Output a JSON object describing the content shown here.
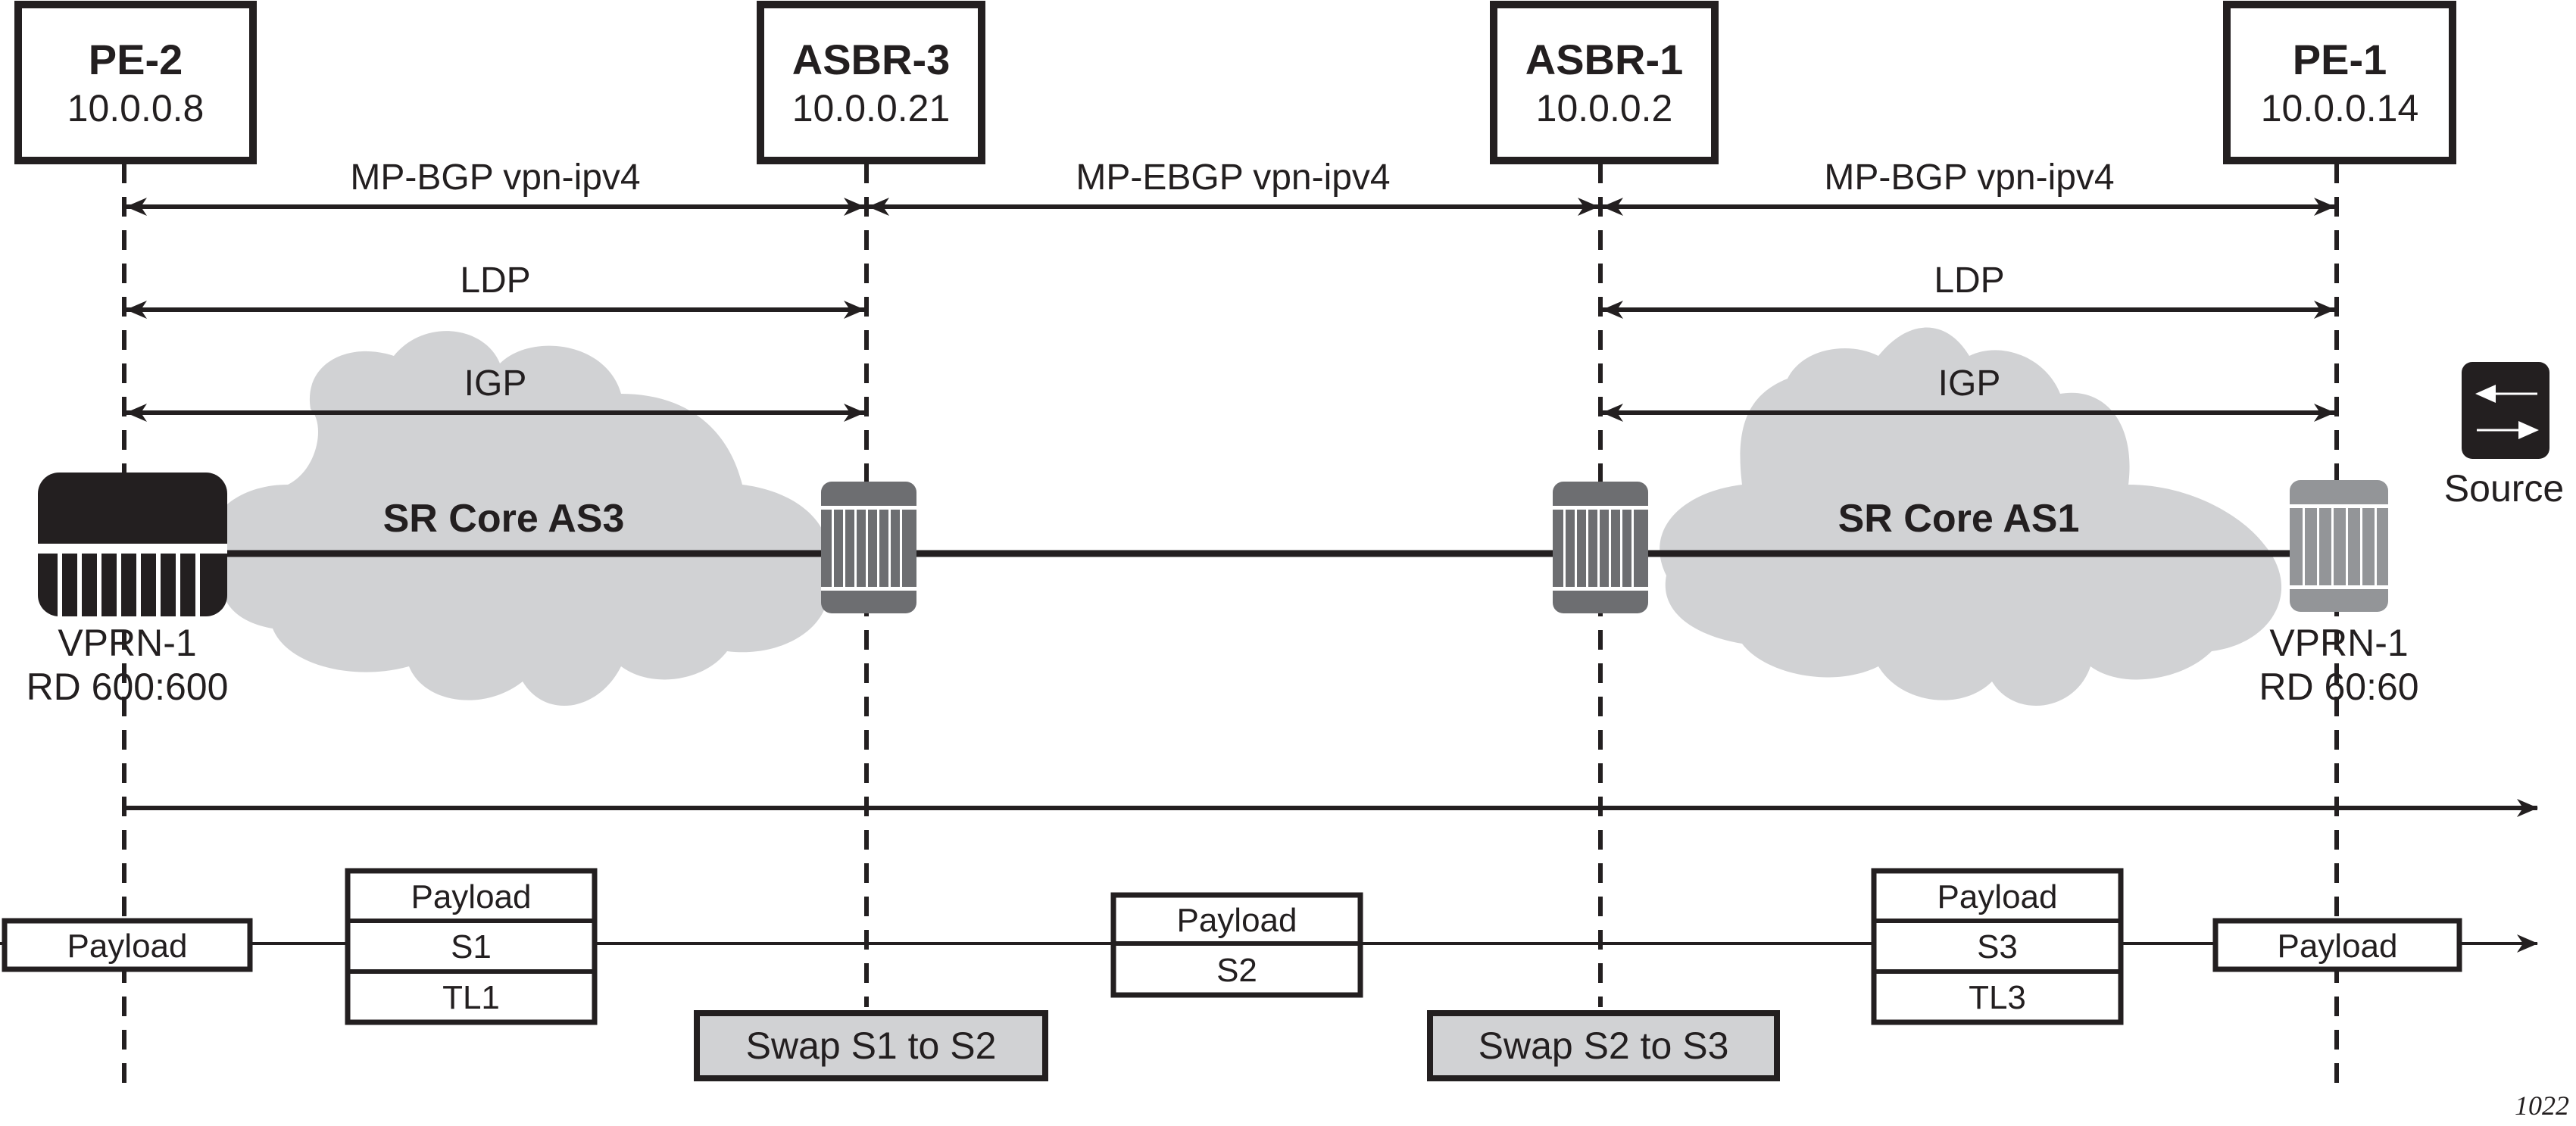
{
  "nodes": [
    {
      "name": "PE-2",
      "ip": "10.0.0.8"
    },
    {
      "name": "ASBR-3",
      "ip": "10.0.0.21"
    },
    {
      "name": "ASBR-1",
      "ip": "10.0.0.2"
    },
    {
      "name": "PE-1",
      "ip": "10.0.0.14"
    }
  ],
  "sessions": {
    "left_bgp": "MP-BGP vpn-ipv4",
    "middle_ebgp": "MP-EBGP vpn-ipv4",
    "right_bgp": "MP-BGP vpn-ipv4",
    "left_ldp": "LDP",
    "right_ldp": "LDP",
    "left_igp": "IGP",
    "right_igp": "IGP"
  },
  "clouds": {
    "left": "SR Core AS3",
    "right": "SR Core AS1"
  },
  "vprn": {
    "left": {
      "name": "VPRN-1",
      "rd": "RD 600:600"
    },
    "right": {
      "name": "VPRN-1",
      "rd": "RD 60:60"
    }
  },
  "legend": {
    "source_label": "Source"
  },
  "packets": {
    "pe2_payload": "Payload",
    "stack1": [
      "Payload",
      "S1",
      "TL1"
    ],
    "stack2": [
      "Payload",
      "S2"
    ],
    "stack3": [
      "Payload",
      "S3",
      "TL3"
    ],
    "pe1_payload": "Payload"
  },
  "actions": {
    "swap1": "Swap S1 to S2",
    "swap2": "Swap S2 to S3"
  },
  "figure_id": "1022",
  "colors": {
    "ink": "#231f20",
    "cloud": "#d1d2d4",
    "asbr_router": "#6d6e71",
    "pe1_router": "#939598",
    "swap_fill": "#d1d2d4"
  }
}
